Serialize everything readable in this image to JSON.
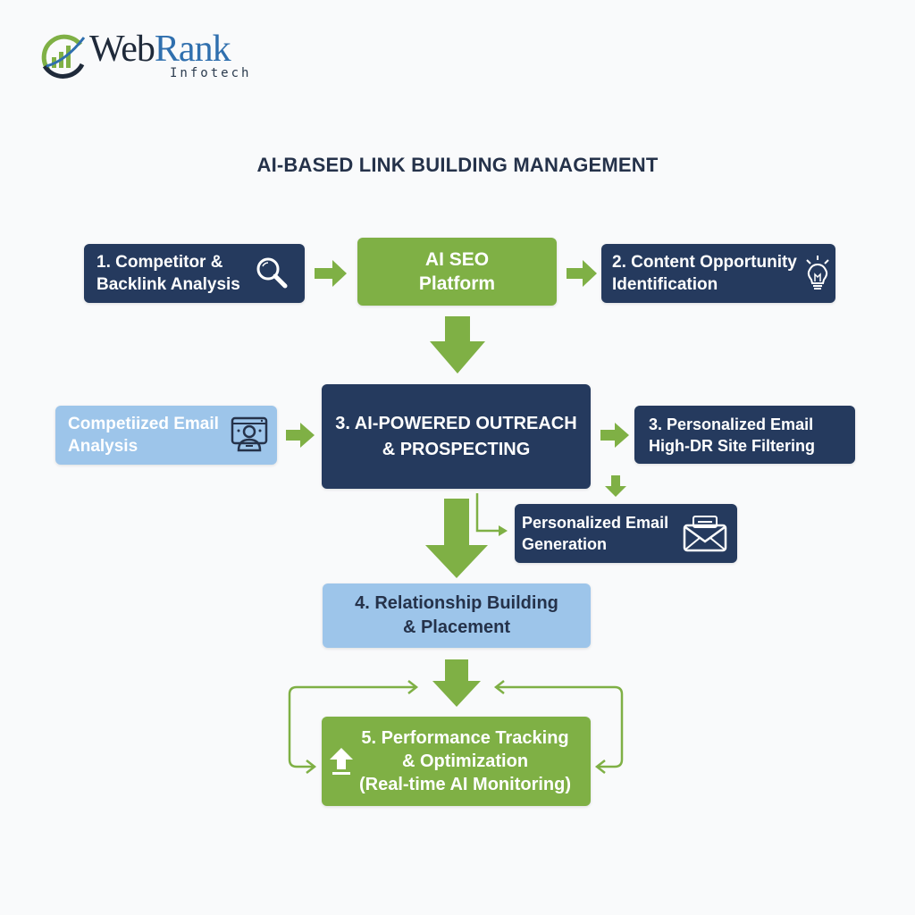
{
  "logo": {
    "brand_part1": "Web",
    "brand_part2": "Rank",
    "subtitle": "Infotech"
  },
  "title": "AI-BASED LINK BUILDING MANAGEMENT",
  "colors": {
    "navy": "#253a5e",
    "green": "#7fb045",
    "light_blue": "#9dc5ea",
    "title_text": "#25324a",
    "background": "#f9fafb"
  },
  "nodes": {
    "competitor_analysis": {
      "label": "1. Competitor &\n  Backlink Analysis",
      "icon": "magnifier-icon"
    },
    "ai_seo_platform": {
      "label": "AI SEO\nPlatform"
    },
    "content_opportunity": {
      "label": "2. Content Opportunity\n   Identification",
      "icon": "lightbulb-icon"
    },
    "competitized_email": {
      "label": "Competiized Email\nAnalysis",
      "icon": "profile-window-icon"
    },
    "ai_outreach": {
      "label": "3. AI-POWERED OUTREACH\n& PROSPECTING"
    },
    "site_filtering": {
      "label": "3. Personalized Email\n    High-DR Site Filtering"
    },
    "email_generation": {
      "label": "Personalized Email\nGeneration",
      "icon": "envelope-icon"
    },
    "relationship_building": {
      "label": "4. Relationship Building\n& Placement"
    },
    "performance_tracking": {
      "label": "5. Performance Tracking\n& Optimization\n(Real-time AI Monitoring)",
      "icon": "upload-arrow-icon"
    }
  }
}
